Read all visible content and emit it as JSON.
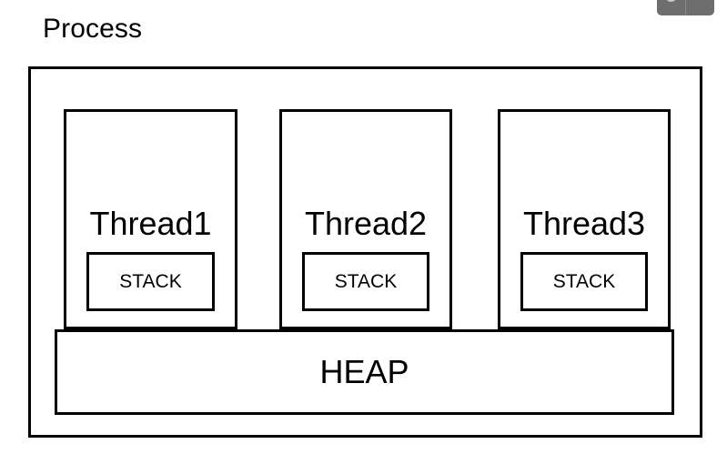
{
  "diagram": {
    "title": "Process",
    "threads": [
      {
        "label": "Thread1",
        "stack_label": "STACK"
      },
      {
        "label": "Thread2",
        "stack_label": "STACK"
      },
      {
        "label": "Thread3",
        "stack_label": "STACK"
      }
    ],
    "heap": {
      "label": "HEAP"
    },
    "colors": {
      "stroke": "#000000",
      "background": "#ffffff",
      "widget_gray": "#6e6e6e"
    }
  },
  "toolbar_widget": {
    "icon": "circle-icon"
  }
}
